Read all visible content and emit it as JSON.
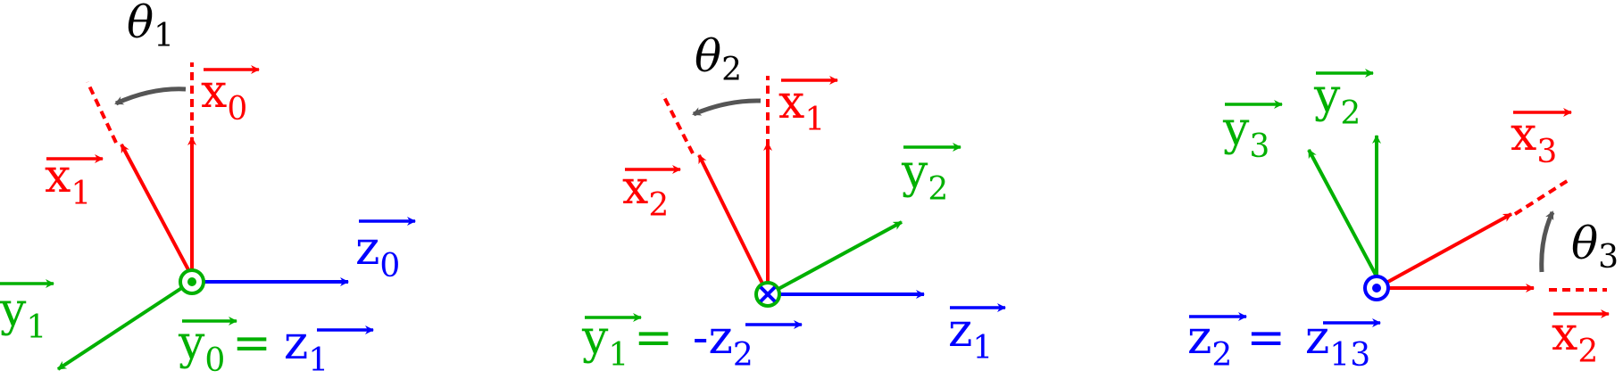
{
  "colors": {
    "x_axis": "#ff0000",
    "y_axis": "#00b000",
    "z_axis": "#0000ff",
    "rotation": "#555555",
    "text": "#000000"
  },
  "symbols": {
    "out_of_page": "circle-dot-icon",
    "into_page": "circle-cross-icon"
  },
  "panel1": {
    "theta": "θ",
    "theta_sub": "1",
    "x0": "x",
    "x0_sub": "0",
    "x1": "x",
    "x1_sub": "1",
    "z0": "z",
    "z0_sub": "0",
    "y1": "y",
    "y1_sub": "1",
    "eq_left": "y",
    "eq_left_sub": "0",
    "eq_sign": "=",
    "eq_right": "z",
    "eq_right_sub": "1"
  },
  "panel2": {
    "theta": "θ",
    "theta_sub": "2",
    "x1": "x",
    "x1_sub": "1",
    "x2": "x",
    "x2_sub": "2",
    "y2": "y",
    "y2_sub": "2",
    "z1": "z",
    "z1_sub": "1",
    "eq_left": "y",
    "eq_left_sub": "1",
    "eq_sign": "=",
    "eq_minus": "-",
    "eq_right": "z",
    "eq_right_sub": "2"
  },
  "panel3": {
    "theta": "θ",
    "theta_sub": "3",
    "y3": "y",
    "y3_sub": "3",
    "y2": "y",
    "y2_sub": "2",
    "x3": "x",
    "x3_sub": "3",
    "x2": "x",
    "x2_sub": "2",
    "eq_left": "z",
    "eq_left_sub": "2",
    "eq_sign": "=",
    "eq_right": "z",
    "eq_right_sub": "13"
  }
}
